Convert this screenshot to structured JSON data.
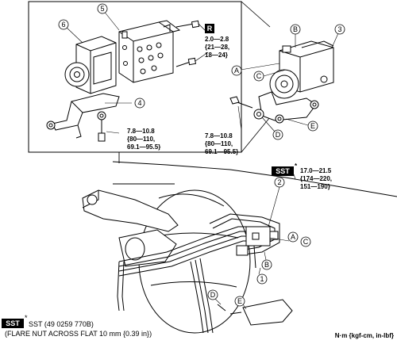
{
  "callouts": {
    "n1": "1",
    "n2": "2",
    "n3": "3",
    "n4": "4",
    "n5": "5",
    "n6": "6",
    "A": "A",
    "B": "B",
    "C": "C",
    "D": "D",
    "E": "E"
  },
  "torque_r": {
    "badge": "R",
    "line1": "2.0—2.8",
    "line2": "{21—28,",
    "line3": "18—24}"
  },
  "torque_inset": {
    "line1": "7.8—10.8",
    "line2": "{80—110,",
    "line3": "69.1—95.5}"
  },
  "torque_main": {
    "line1": "7.8—10.8",
    "line2": "{80—110,",
    "line3": "69.1—95.5}"
  },
  "torque_sst": {
    "badge": "SST",
    "mark": "*",
    "line1": "17.0—21.5",
    "line2": "{174—220,",
    "line3": "151—190}"
  },
  "footnote": {
    "badge": "SST",
    "mark": "*",
    "line1": "SST (49 0259 770B)",
    "line2": "(FLARE NUT ACROSS FLAT 10 mm {0.39 in})"
  },
  "units": "N·m {kgf-cm, in-lbf}"
}
